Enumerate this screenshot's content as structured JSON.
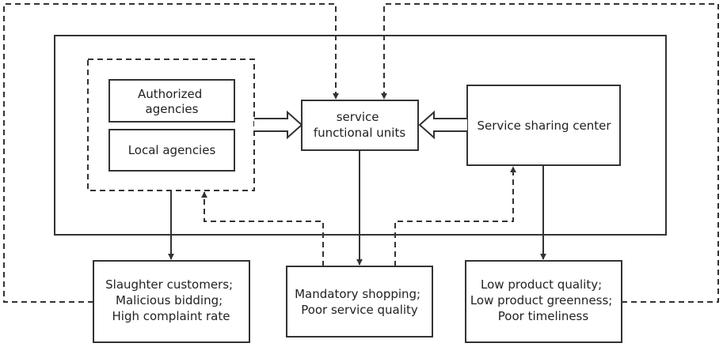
{
  "boxes": {
    "authorized": {
      "lines": [
        "Authorized",
        "agencies"
      ]
    },
    "local": {
      "lines": [
        "Local agencies"
      ]
    },
    "service_units": {
      "lines": [
        "service",
        "functional units"
      ]
    },
    "sharing_center": {
      "lines": [
        "Service sharing center"
      ]
    },
    "outcome_left": {
      "lines": [
        "Slaughter customers;",
        "Malicious bidding;",
        "High complaint rate"
      ]
    },
    "outcome_middle": {
      "lines": [
        "Mandatory shopping;",
        "Poor service quality"
      ]
    },
    "outcome_right": {
      "lines": [
        "Low product quality;",
        "Low product greenness;",
        "Poor timeliness"
      ]
    }
  },
  "colors": {
    "stroke": "#333333",
    "text": "#222222",
    "background": "#ffffff"
  }
}
